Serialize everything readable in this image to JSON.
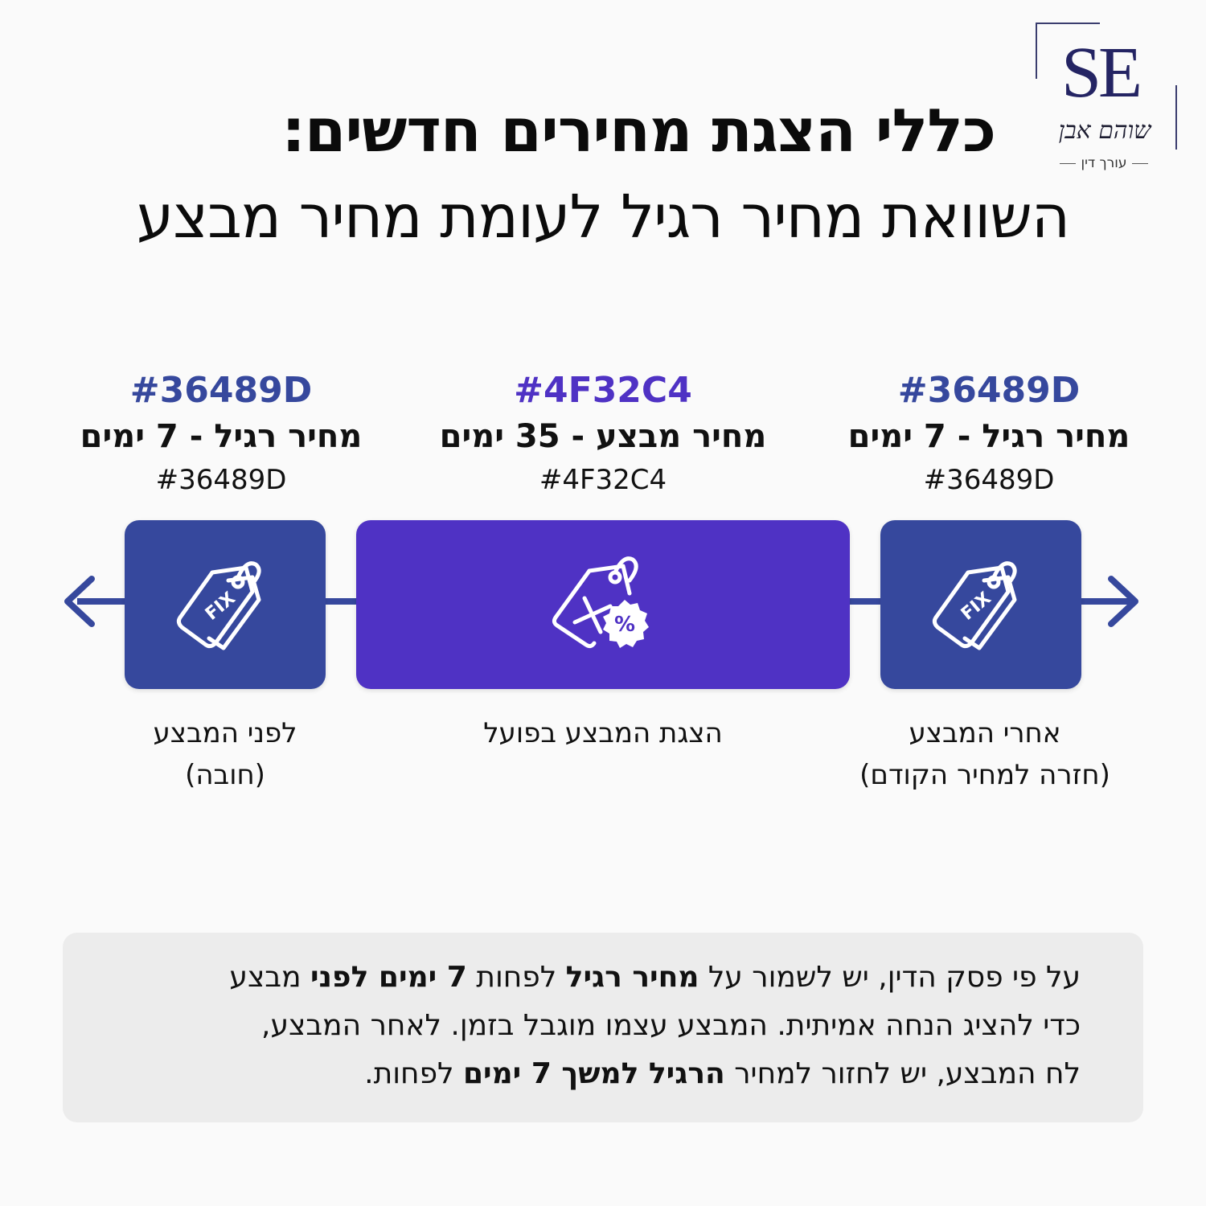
{
  "logo": {
    "monogram": "SE",
    "name_script": "שוהם אבן",
    "subtitle": "עורך דין",
    "color": "#242463"
  },
  "header": {
    "title": "כללי הצגת מחירים חדשים:",
    "subtitle": "השוואת מחיר רגיל לעומת מחיר מבצע"
  },
  "timeline": {
    "colors": {
      "regular": "#36489D",
      "sale": "#4F32C4",
      "note_bg": "#ECECEC"
    },
    "phases": [
      {
        "hex_heading": "#36489D",
        "label": "מחיר רגיל - 7 ימים",
        "hex_sub": "#36489D",
        "icon": "fix-price-tag-icon",
        "icon_text": "FIX",
        "caption_line1": "לפני המבצע",
        "caption_line2": "(חובה)"
      },
      {
        "hex_heading": "#4F32C4",
        "label": "מחיר מבצע - 35 ימים",
        "hex_sub": "#4F32C4",
        "icon": "discount-tag-percent-icon",
        "icon_text": "%",
        "caption_line1": "הצגת המבצע בפועל",
        "caption_line2": ""
      },
      {
        "hex_heading": "#36489D",
        "label": "מחיר רגיל - 7 ימים",
        "hex_sub": "#36489D",
        "icon": "fix-price-tag-icon",
        "icon_text": "FIX",
        "caption_line1": "אחרי המבצע",
        "caption_line2": "(חזרה למחיר הקודם)"
      }
    ]
  },
  "note": {
    "segments": [
      {
        "text": "על פי פסק הדין, יש לשמור על ",
        "bold": false
      },
      {
        "text": "מחיר רגיל",
        "bold": true
      },
      {
        "text": " לפחות ",
        "bold": false
      },
      {
        "text": "7 ימים לפני",
        "bold": true
      },
      {
        "text": " מבצע כדי להציג הנחה אמיתית. המבצע עצמו מוגבל בזמן. לאחר המבצע, לח המבצע, יש לחזור למחיר ",
        "bold": false
      },
      {
        "text": "הרגיל למשך 7 ימים",
        "bold": true
      },
      {
        "text": " לפחות.",
        "bold": false
      }
    ],
    "lines": [
      "על פי פסק הדין, יש לשמור על מחיר רגיל לפחות 7 ימים לפני מבצע",
      "כדי להציג הנחה אמיתית. המבצע עצמו מוגבל בזמן. לאחר המבצע,",
      "לח המבצע, יש לחזור למחיר הרגיל למשך 7 ימים לפחות."
    ]
  }
}
